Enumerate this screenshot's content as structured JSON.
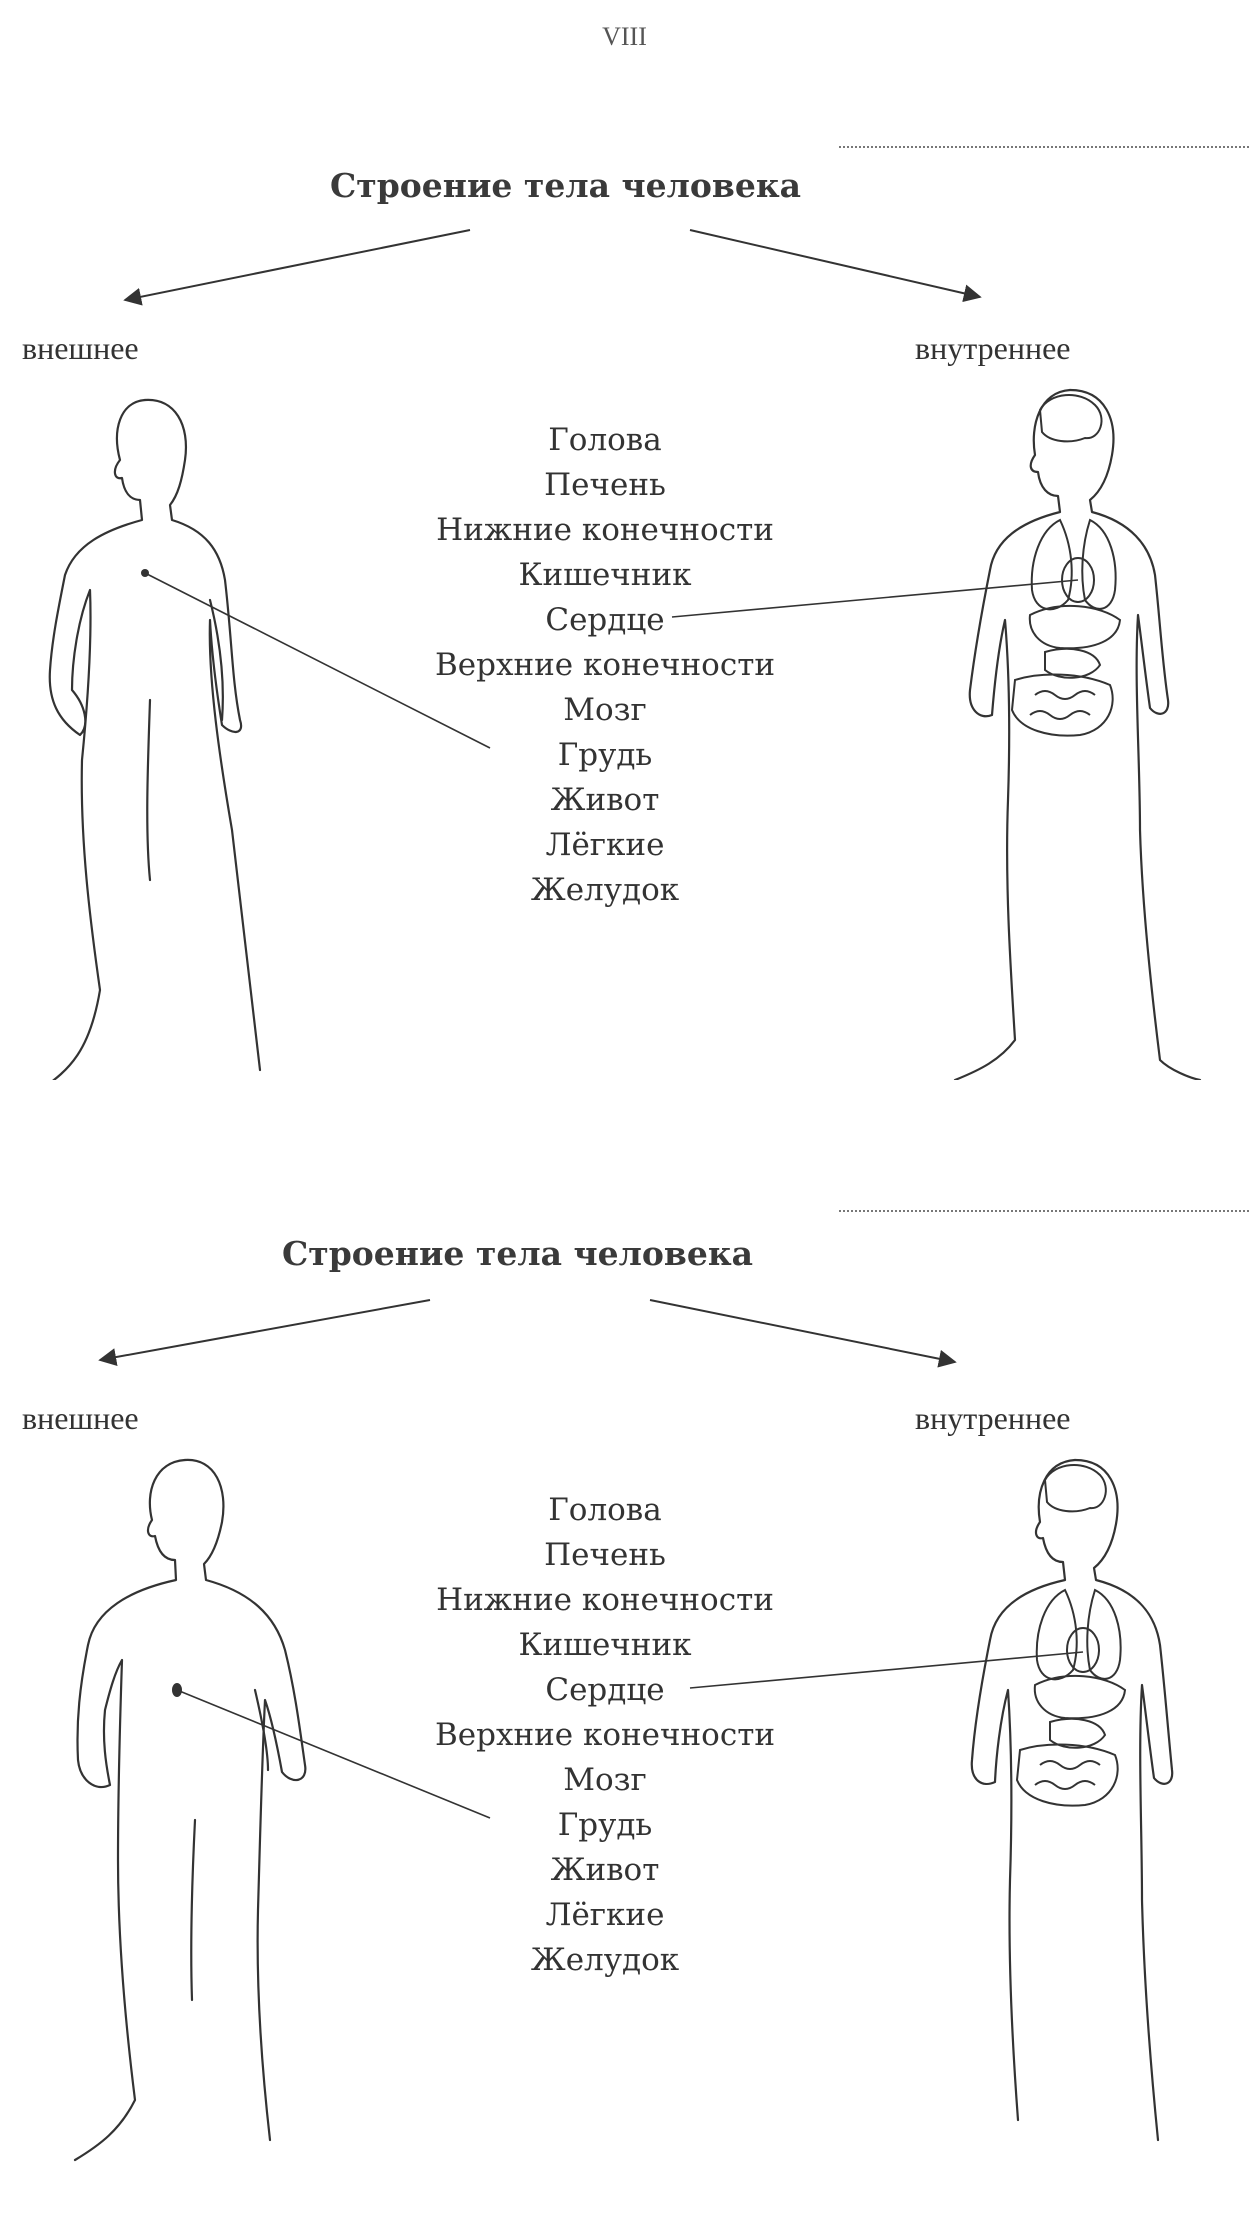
{
  "page_number": "VIII",
  "sections": [
    {
      "title": "Строение тела человека",
      "left_label": "внешнее",
      "right_label": "внутреннее",
      "terms": [
        "Голова",
        "Печень",
        "Нижние конечности",
        "Кишечник",
        "Сердце",
        "Верхние конечности",
        "Мозг",
        "Грудь",
        "Живот",
        "Лёгкие",
        "Желудок"
      ]
    },
    {
      "title": "Строение тела человека",
      "left_label": "внешнее",
      "right_label": "внутреннее",
      "terms": [
        "Голова",
        "Печень",
        "Нижние конечности",
        "Кишечник",
        "Сердце",
        "Верхние конечности",
        "Мозг",
        "Грудь",
        "Живот",
        "Лёгкие",
        "Желудок"
      ]
    }
  ]
}
